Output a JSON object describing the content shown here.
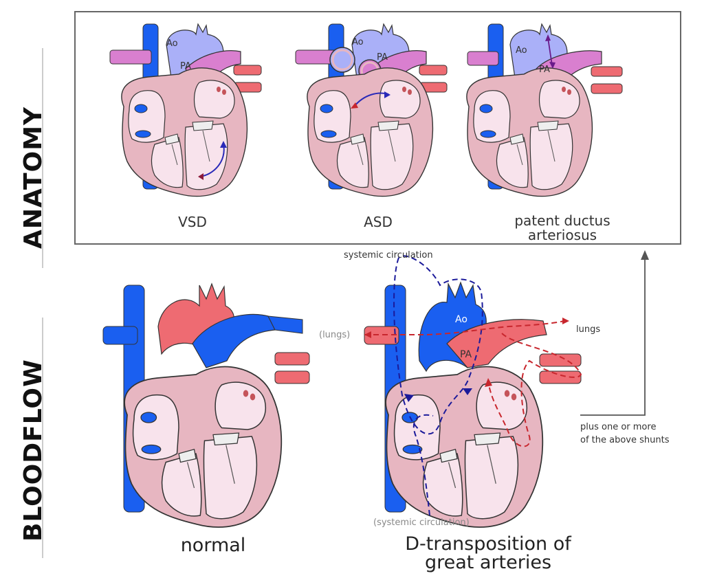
{
  "sections": {
    "anatomy_label": "ANATOMY",
    "bloodflow_label": "BLOODFLOW"
  },
  "anatomy": {
    "vsd": {
      "caption": "VSD",
      "ao": "Ao",
      "pa": "PA"
    },
    "asd": {
      "caption": "ASD",
      "ao": "Ao",
      "pa": "PA"
    },
    "pda": {
      "caption_line1": "patent ductus",
      "caption_line2": "arteriosus",
      "ao": "Ao",
      "pa": "PA"
    }
  },
  "bloodflow": {
    "normal": {
      "caption": "normal"
    },
    "dtga": {
      "caption_line1": "D-transposition of",
      "caption_line2": "great arteries",
      "ao": "Ao",
      "pa": "PA",
      "systemic_top": "systemic circulation",
      "systemic_bottom": "(systemic circulation)",
      "lungs_left": "(lungs)",
      "lungs_right": "lungs"
    },
    "shunt_note_line1": "plus one or more",
    "shunt_note_line2": "of the above shunts"
  },
  "colors": {
    "vena_cava": "#1a5ff0",
    "aorta_anatomy": "#aab0f8",
    "pulmonary_artery_anatomy": "#d97fcf",
    "oxygenated": "#ee6b72",
    "heart_wall": "#e7b6c1",
    "chamber": "#f8e3ec",
    "dashed_deoxy": "#1b1a9a",
    "dashed_oxy": "#c8272e"
  }
}
